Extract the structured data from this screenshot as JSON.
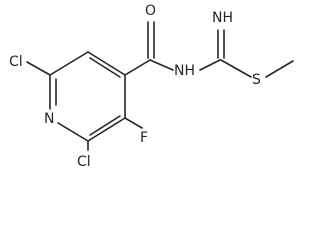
{
  "atoms": {
    "cl_top": "Cl",
    "cl_bottom": "Cl",
    "n_ring": "N",
    "f": "F",
    "o": "O",
    "nh_amide": "NH",
    "nh_imine": "NH",
    "s": "S"
  }
}
